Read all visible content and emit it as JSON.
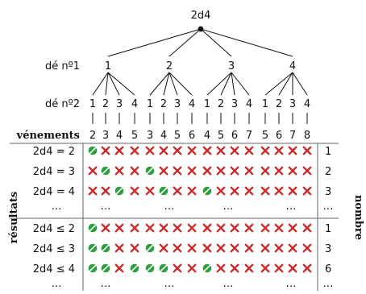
{
  "tree": {
    "root": "2d4",
    "level1_label": "dé nº1",
    "level2_label": "dé nº2",
    "events_label": "vénements",
    "die1_values": [
      "1",
      "2",
      "3",
      "4"
    ],
    "die2_values": [
      "1",
      "2",
      "3",
      "4"
    ],
    "sums": [
      "2",
      "3",
      "4",
      "5",
      "3",
      "4",
      "5",
      "6",
      "4",
      "5",
      "6",
      "7",
      "5",
      "6",
      "7",
      "8"
    ]
  },
  "table": {
    "left_label": "résultats",
    "right_label": "nombre",
    "ellipsis": "…",
    "rows_top": [
      {
        "label": "2d4 = 2",
        "marks": "O...............",
        "count": "1"
      },
      {
        "label": "2d4 = 3",
        "marks": ".O..O...........",
        "count": "2"
      },
      {
        "label": "2d4 = 4",
        "marks": "..O..O..O.......",
        "count": "3"
      }
    ],
    "rows_bottom": [
      {
        "label": "2d4 ≤ 2",
        "marks": "O...............",
        "count": "1"
      },
      {
        "label": "2d4 ≤ 3",
        "marks": "OO..O...........",
        "count": "3"
      },
      {
        "label": "2d4 ≤ 4",
        "marks": "OO.OOO..O.......",
        "count": "6"
      }
    ]
  },
  "colors": {
    "success": "#2e9e3e",
    "fail": "#cc2a2a"
  },
  "icons": {
    "success": "check-circle-icon",
    "fail": "cross-icon"
  }
}
